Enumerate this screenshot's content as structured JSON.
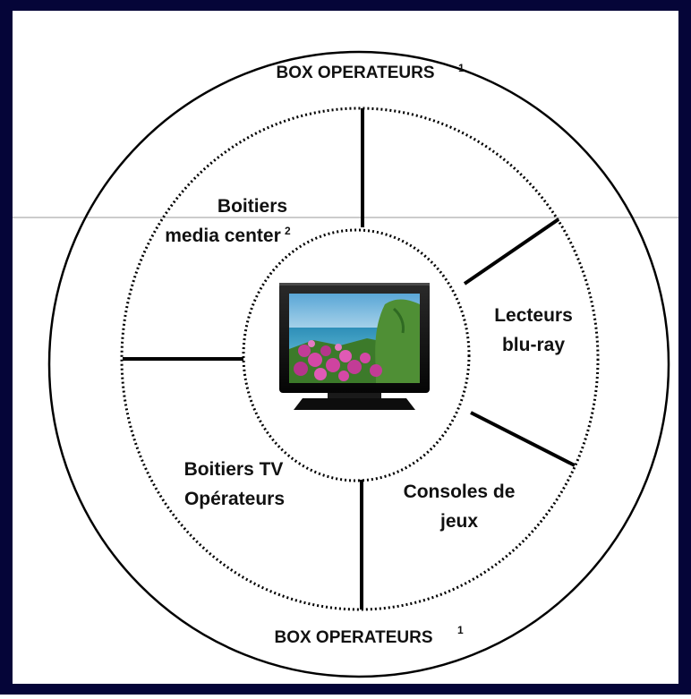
{
  "colors": {
    "frame": "#050538",
    "background": "#ffffff",
    "lines": "#000000",
    "text": "#111111",
    "separator": "#9a9a9a"
  },
  "labels": {
    "box_top": "BOX OPERATEURS",
    "box_top_sup": "1",
    "box_bottom": "BOX OPERATEURS",
    "box_bottom_sup": "1",
    "media_center_line1": "Boitiers",
    "media_center_line2": "media center",
    "media_center_sup": "2",
    "bluray_line1": "Lecteurs",
    "bluray_line2": "blu-ray",
    "consoles_line1": "Consoles de",
    "consoles_line2": "jeux",
    "tv_boxes_line1": "Boitiers TV",
    "tv_boxes_line2": "Opérateurs"
  },
  "center_image": "flat-screen-tv"
}
